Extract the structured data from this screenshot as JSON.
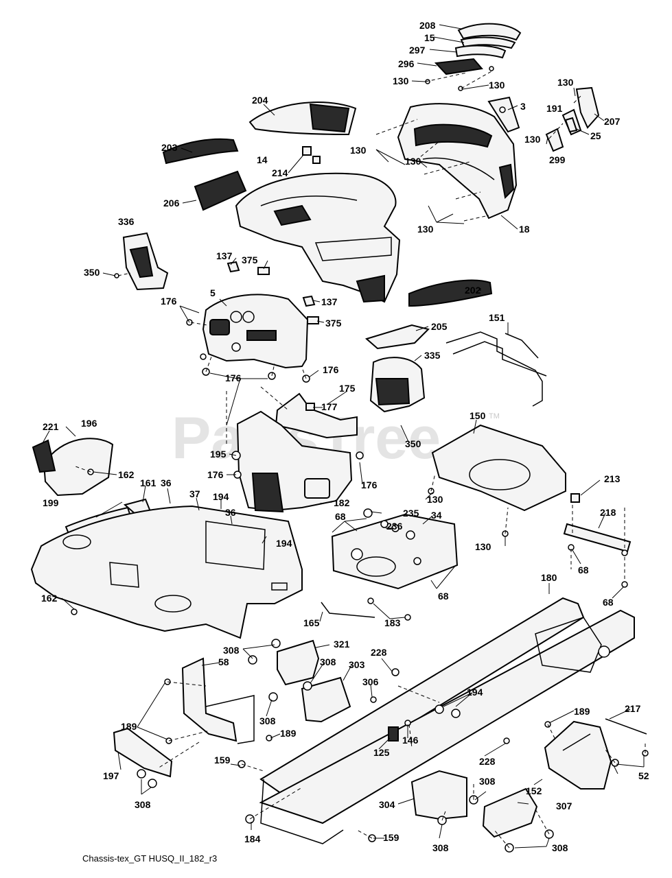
{
  "watermark": "PartsTree",
  "watermark_tm": "TM",
  "caption": "Chassis-tex_GT HUSQ_II_182_r3",
  "callouts": [
    "208",
    "15",
    "297",
    "296",
    "130",
    "130",
    "130",
    "3",
    "191",
    "207",
    "25",
    "130",
    "299",
    "204",
    "203",
    "214",
    "14",
    "130",
    "130",
    "130",
    "18",
    "206",
    "336",
    "137",
    "375",
    "350",
    "5",
    "137",
    "176",
    "375",
    "202",
    "205",
    "151",
    "176",
    "176",
    "335",
    "175",
    "177",
    "350",
    "150",
    "221",
    "196",
    "195",
    "176",
    "176",
    "162",
    "161",
    "36",
    "37",
    "194",
    "36",
    "182",
    "130",
    "213",
    "235",
    "236",
    "34",
    "218",
    "199",
    "194",
    "68",
    "68",
    "130",
    "68",
    "68",
    "162",
    "180",
    "165",
    "183",
    "308",
    "321",
    "228",
    "308",
    "58",
    "303",
    "306",
    "194",
    "308",
    "189",
    "189",
    "125",
    "146",
    "228",
    "189",
    "217",
    "197",
    "159",
    "308",
    "52",
    "304",
    "152",
    "307",
    "308",
    "184",
    "159",
    "308",
    "308"
  ],
  "colors": {
    "ink": "#000000",
    "paper": "#ffffff",
    "watermark": "#cfcfcf"
  }
}
